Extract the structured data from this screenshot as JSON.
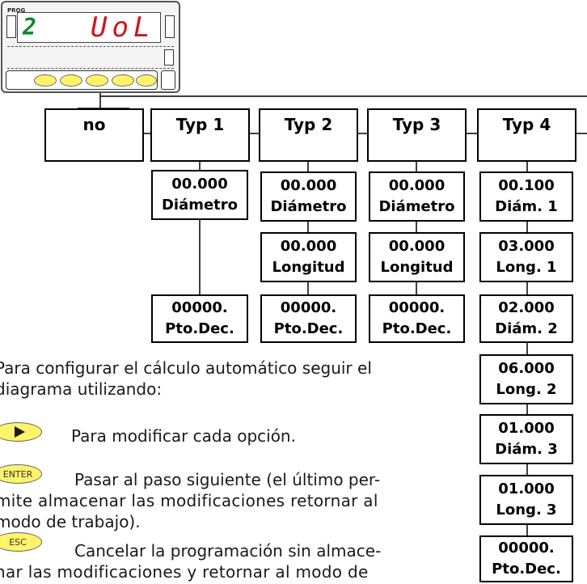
{
  "device": {
    "prog_label": "PROG",
    "digit": "2",
    "display": "UoL"
  },
  "menu_boxes": [
    "no",
    "Typ 1",
    "Typ 2",
    "Typ 3",
    "Typ 4"
  ],
  "typ1": [
    {
      "value": "00.000",
      "label": "Diámetro"
    },
    {
      "value": "00000.",
      "label": "Pto.Dec."
    }
  ],
  "typ2": [
    {
      "value": "00.000",
      "label": "Diámetro"
    },
    {
      "value": "00.000",
      "label": "Longitud"
    },
    {
      "value": "00000.",
      "label": "Pto.Dec."
    }
  ],
  "typ3": [
    {
      "value": "00.000",
      "label": "Diámetro"
    },
    {
      "value": "00.000",
      "label": "Longitud"
    },
    {
      "value": "00000.",
      "label": "Pto.Dec."
    }
  ],
  "typ4": [
    {
      "value": "00.100",
      "label": "Diám. 1"
    },
    {
      "value": "03.000",
      "label": "Long. 1"
    },
    {
      "value": "02.000",
      "label": "Diám. 2"
    },
    {
      "value": "06.000",
      "label": "Long. 2"
    },
    {
      "value": "01.000",
      "label": "Diám. 3"
    },
    {
      "value": "01.000",
      "label": "Long. 3"
    },
    {
      "value": "00000.",
      "label": "Pto.Dec."
    }
  ],
  "instructions": {
    "intro_1": "Para configurar el cálculo automático seguir el",
    "intro_2": "diagrama utilizando:",
    "right_key_text": "Para modificar cada opción.",
    "enter_key": "ENTER",
    "enter_1": "Pasar al paso siguiente (el último per-",
    "enter_2": "mite almacenar las modificaciones retornar al",
    "enter_3": "modo de trabajo).",
    "esc_key": "ESC",
    "esc_1": "Cancelar la programación sin almace-",
    "esc_2": "nar las modificaciones y retornar al modo de"
  }
}
